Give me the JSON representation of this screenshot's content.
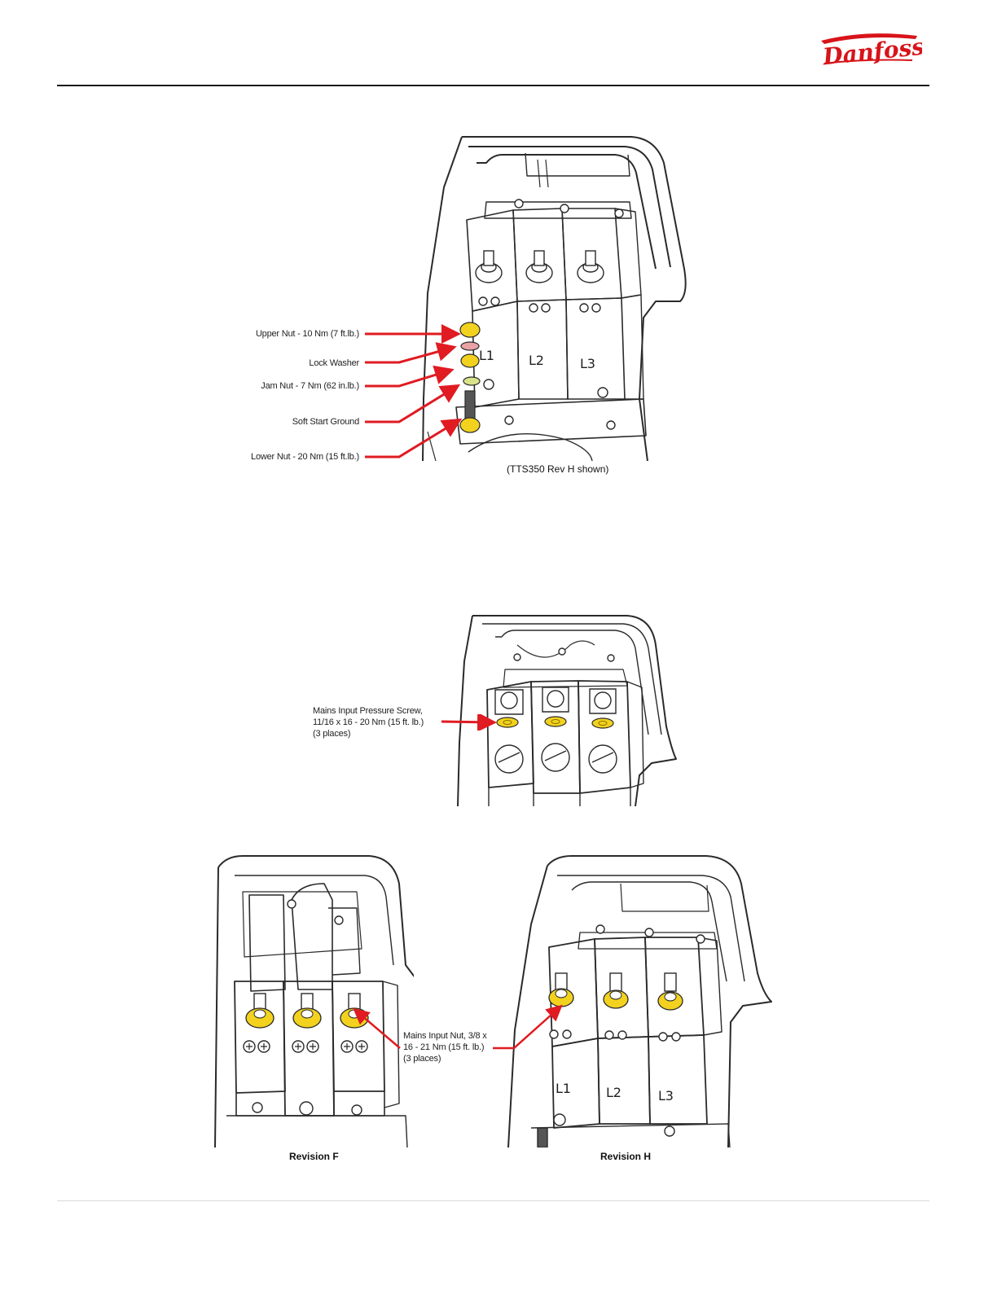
{
  "brand": {
    "logo_text": "Danfoss",
    "logo_color": "#d7141a"
  },
  "figure1": {
    "labels": {
      "upper_nut": "Upper Nut - 10 Nm (7 ft.lb.)",
      "lock_washer": "Lock Washer",
      "jam_nut": "Jam Nut - 7 Nm (62 in.lb.)",
      "soft_start_ground": "Soft Start Ground",
      "lower_nut": "Lower Nut - 20 Nm (15 ft.lb.)"
    },
    "terminals": [
      "L1",
      "L2",
      "L3"
    ],
    "note": "(TTS350 Rev H shown)"
  },
  "figure2": {
    "label_lines": [
      "Mains Input Pressure Screw,",
      "11/16 x 16 - 20 Nm (15 ft. lb.)",
      "(3 places)"
    ]
  },
  "figure3": {
    "label_lines": [
      "Mains Input Nut, 3/8 x",
      "16 - 21 Nm (15 ft. lb.)",
      "(3 places)"
    ],
    "caption_left": "Revision F",
    "caption_right": "Revision H",
    "terminals": [
      "L1",
      "L2",
      "L3"
    ]
  },
  "colors": {
    "arrow": "#e01b22",
    "highlight": "#f2d21e",
    "line": "#2a2a2a"
  }
}
